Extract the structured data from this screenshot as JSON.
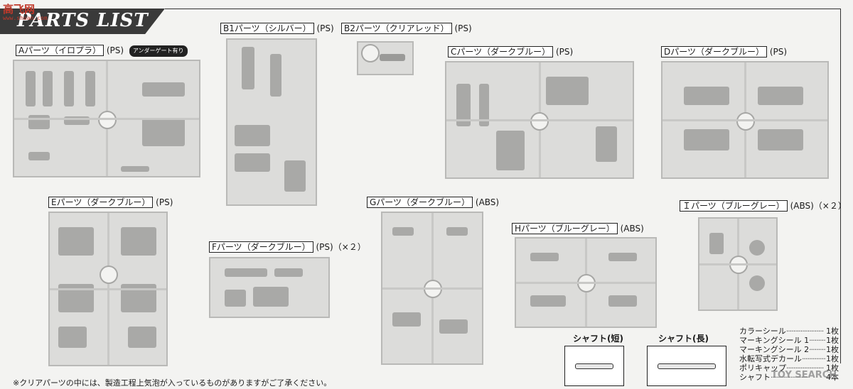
{
  "header": {
    "title": "PARTS LIST",
    "watermark_logo": "高飞网",
    "watermark_url": "www.shuan.com",
    "watermark_corner": "TOY SEARCH"
  },
  "sprues": [
    {
      "id": "A",
      "label": "Aパーツ（イロプラ）",
      "material": "(PS)",
      "badge": "アンダーゲート有り"
    },
    {
      "id": "B1",
      "label": "B1パーツ（シルバー）",
      "material": "(PS)"
    },
    {
      "id": "B2",
      "label": "B2パーツ（クリアレッド）",
      "material": "(PS)"
    },
    {
      "id": "C",
      "label": "Cパーツ（ダークブルー）",
      "material": "(PS)"
    },
    {
      "id": "D",
      "label": "Dパーツ（ダークブルー）",
      "material": "(PS)"
    },
    {
      "id": "E",
      "label": "Eパーツ（ダークブルー）",
      "material": "(PS)"
    },
    {
      "id": "F",
      "label": "Fパーツ（ダークブルー）",
      "material": "(PS)（×２）"
    },
    {
      "id": "G",
      "label": "Gパーツ（ダークブルー）",
      "material": "(ABS)"
    },
    {
      "id": "H",
      "label": "Hパーツ（ブルーグレー）",
      "material": "(ABS)"
    },
    {
      "id": "I",
      "label": "Ｉパーツ（ブルーグレー）",
      "material": "(ABS)（×２）"
    }
  ],
  "shafts": {
    "short": "シャフト(短)",
    "long": "シャフト(長)"
  },
  "accessories": [
    {
      "name": "カラーシール",
      "qty": "1枚"
    },
    {
      "name": "マーキングシール 1",
      "qty": "1枚"
    },
    {
      "name": "マーキングシール 2",
      "qty": "1枚"
    },
    {
      "name": "水転写式デカール",
      "qty": "1枚"
    },
    {
      "name": "ポリキャップ",
      "qty": "1枚"
    },
    {
      "name": "シャフト",
      "qty": "4本"
    }
  ],
  "footer_note": "※クリアパーツの中には、製造工程上気泡が入っているものがありますがご了承ください。"
}
